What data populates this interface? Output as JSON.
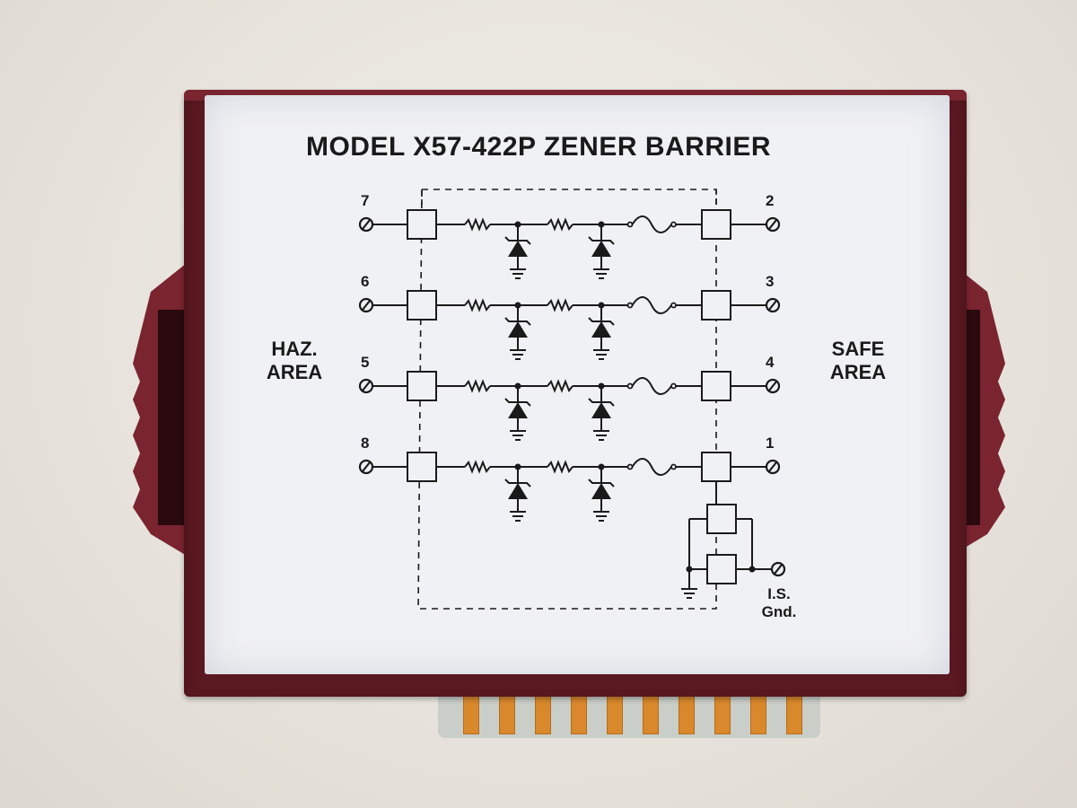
{
  "title": "MODEL X57-422P ZENER BARRIER",
  "haz_area": [
    "HAZ.",
    "AREA"
  ],
  "safe_area": [
    "SAFE",
    "AREA"
  ],
  "terminals_left": [
    "7",
    "6",
    "5",
    "8"
  ],
  "terminals_right": [
    "2",
    "3",
    "4",
    "1"
  ],
  "is_ground": [
    "I.S.",
    "Gnd."
  ],
  "colors": {
    "housing": "#5a1820",
    "label": "#f0f1f4",
    "ink": "#1a1a1a",
    "contact": "#d9882c",
    "background": "#e8e4dd"
  }
}
